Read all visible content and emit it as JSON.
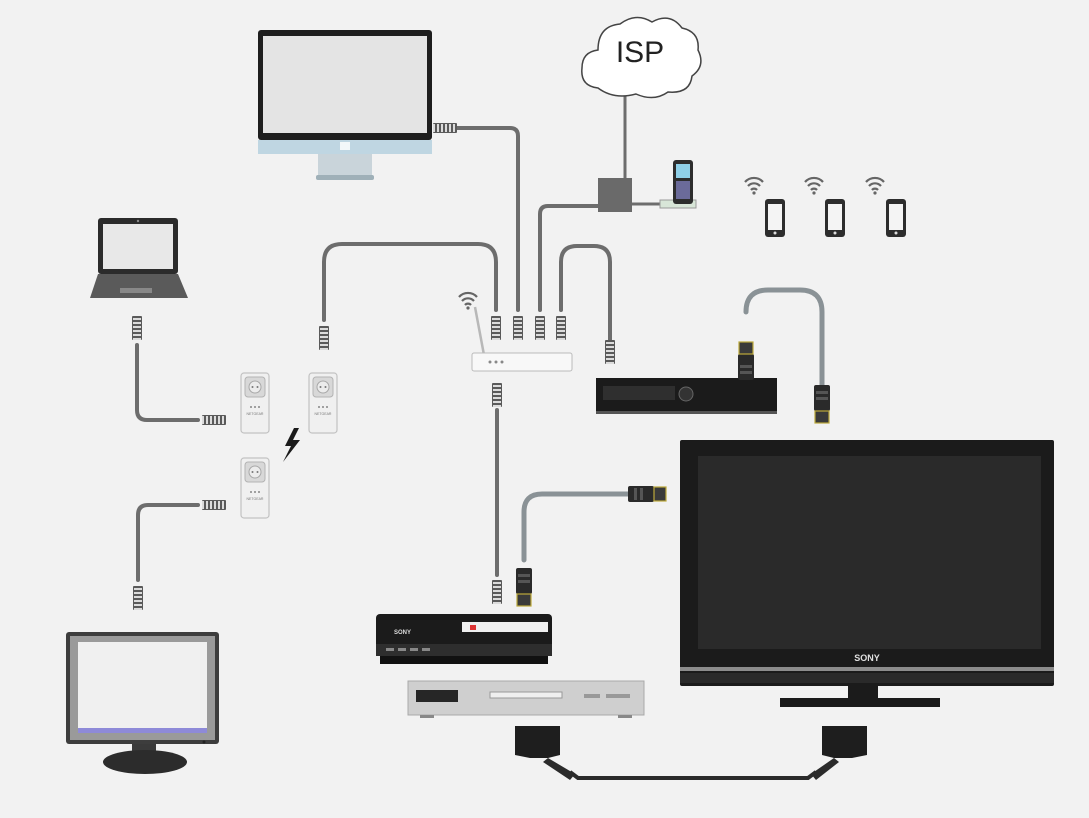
{
  "diagram": {
    "isp_label": "ISP",
    "tv_brand": "SONY",
    "console_brand": "SONY",
    "plug_brand": "NETGEAR"
  },
  "colors": {
    "background": "#f2f2f2",
    "cable": "#6d6d6d",
    "hdmi_cable": "#8a9296",
    "scart_cable": "#2b2b2b",
    "device_dark": "#1b1b1b",
    "screen_light": "#e4e4e4",
    "imac_stand": "#bfd6e2",
    "monitor_strip": "#8e8ad8"
  },
  "icons": [
    "wifi-icon",
    "lightning-icon",
    "phone-icon",
    "cloud-icon"
  ]
}
